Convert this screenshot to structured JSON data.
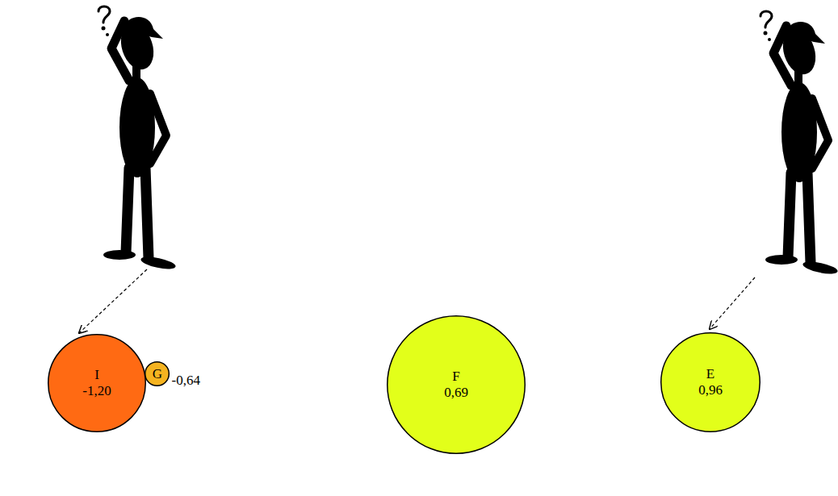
{
  "diagram": {
    "nodes": [
      {
        "text": [
          "I",
          "-1,20"
        ]
      },
      {
        "text": [
          "G",
          "-0,64"
        ]
      },
      {
        "text": [
          "F",
          "0,69"
        ]
      },
      {
        "text": [
          "E",
          "0,96"
        ]
      }
    ]
  }
}
